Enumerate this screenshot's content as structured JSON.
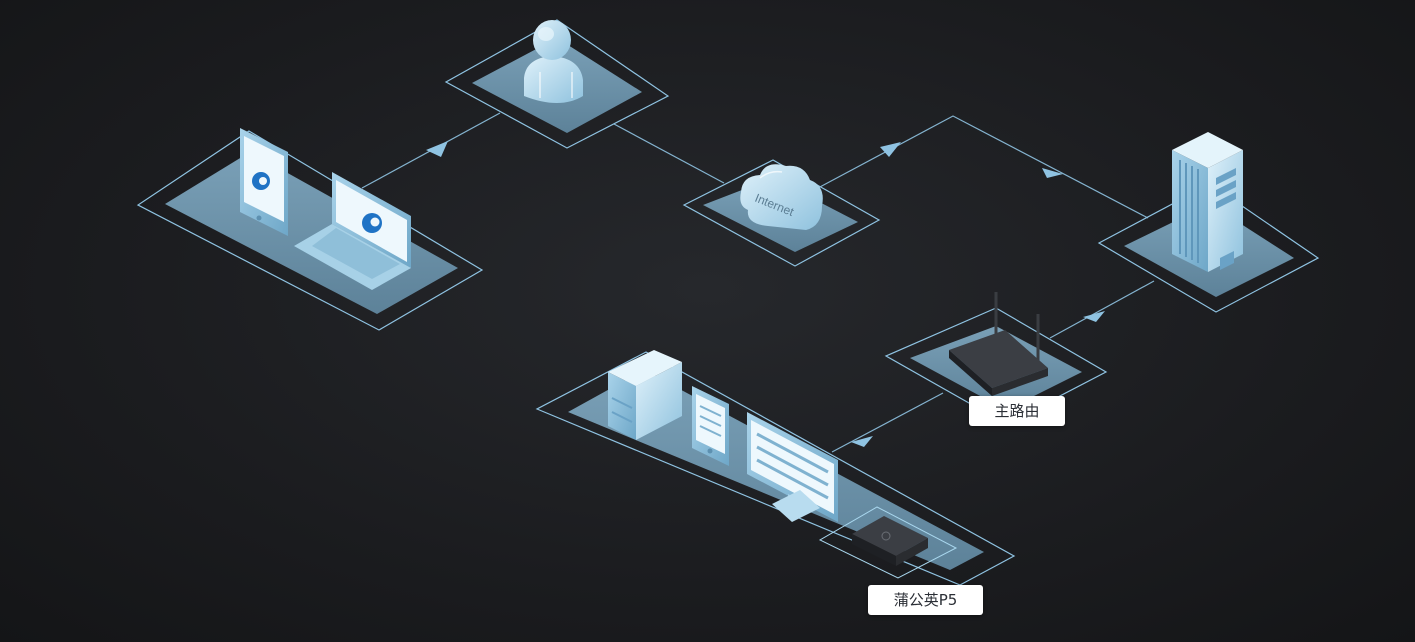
{
  "nodes": {
    "cloud": {
      "label": "Internet"
    },
    "main_router": {
      "label": "主路由"
    },
    "pgy_device": {
      "label": "蒲公英P5"
    }
  },
  "colors": {
    "background": "#1b1c1f",
    "line": "#8fc3e2",
    "platform": "#6a8fa6",
    "device": "#b8dcef",
    "label_bg": "#ffffff"
  },
  "icons": [
    "user-icon",
    "cloud-icon",
    "building-icon",
    "router-icon",
    "tablet-icon",
    "laptop-icon",
    "server-icon",
    "monitor-icon",
    "pgy-box-icon",
    "arrow-icon"
  ]
}
